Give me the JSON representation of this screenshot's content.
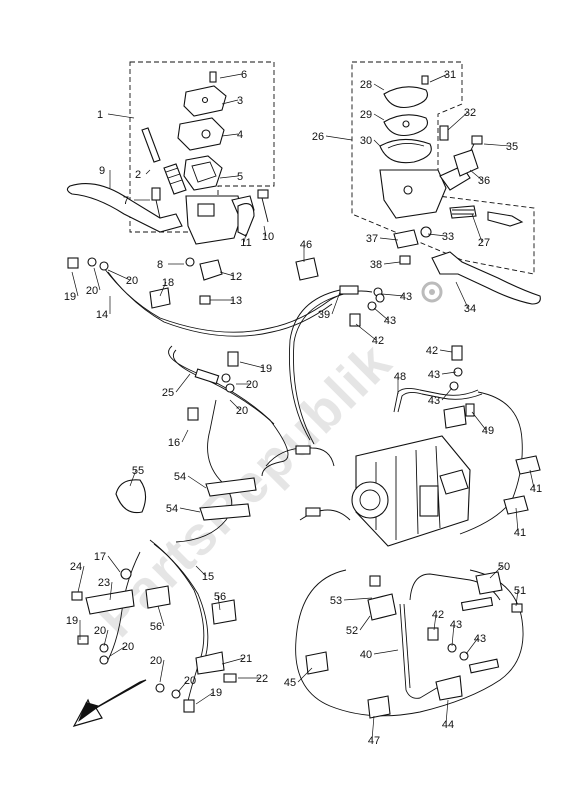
{
  "watermark": "PartsRepublik",
  "callouts": [
    "1",
    "2",
    "3",
    "4",
    "5",
    "6",
    "7",
    "8",
    "9",
    "10",
    "11",
    "12",
    "13",
    "14",
    "15",
    "16",
    "17",
    "18",
    "19",
    "20",
    "21",
    "22",
    "23",
    "24",
    "25",
    "26",
    "27",
    "28",
    "29",
    "30",
    "31",
    "32",
    "33",
    "34",
    "35",
    "36",
    "37",
    "38",
    "39",
    "40",
    "41",
    "42",
    "43",
    "44",
    "45",
    "46",
    "47",
    "48",
    "49",
    "50",
    "51",
    "52",
    "53",
    "54",
    "55",
    "56"
  ],
  "colors": {
    "line": "#111111",
    "background": "#ffffff",
    "watermark": "#cfcfcf"
  }
}
